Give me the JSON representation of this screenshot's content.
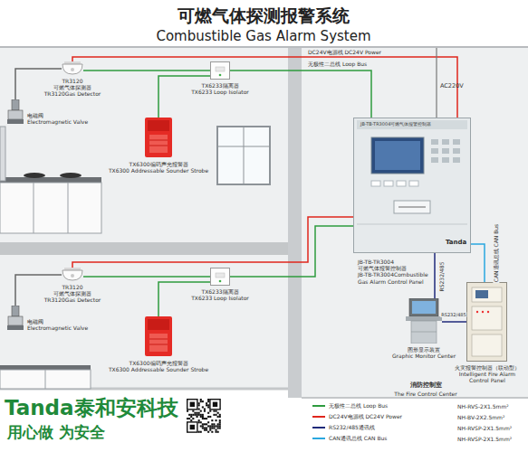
{
  "diagram": {
    "title": "可燃气体探测报警系统",
    "nodes": [
      {
        "text": [
          "TR3120",
          "可燃气体探测器",
          "TR3120Gas Detector"
        ]
      },
      {
        "text": [
          "电磁阀",
          "Electromagnetic Valve"
        ]
      },
      {
        "text": [
          "TX6233隔离器",
          "TX6233 Loop Isolator"
        ]
      },
      {
        "text": [
          "TX6300编码声光报警器",
          "TX6300 Addressable Sounder Strobe"
        ]
      },
      {
        "text": [
          "TR3120",
          "可燃气体探测器",
          "TR3120Gas Detector"
        ]
      },
      {
        "text": [
          "电磁阀",
          "Electromagnetic Valve"
        ]
      },
      {
        "text": [
          "TX6233隔离器",
          "TX6233 Loop Isolator"
        ]
      },
      {
        "text": [
          "TX6300编码声光报警器",
          "TX6300 Addressable Sounder Strobe"
        ]
      },
      {
        "text": [
          "JB-TB-TR3004",
          "可燃气体报警控制器",
          "JB-TB-TR3004Combustible Gas Alarm Control Panel"
        ]
      },
      {
        "text": [
          "图形显示装置",
          "Graphic Monitor Center"
        ]
      },
      {
        "text": [
          "火灾报警控制器（联动型）",
          "Intelligent Fire Alarm Control Panel"
        ]
      }
    ],
    "edges": [
      {
        "from": 0,
        "to": 1,
        "arrow": "none"
      },
      {
        "from": 0,
        "to": 2,
        "arrow": "none"
      },
      {
        "from": 2,
        "to": 8,
        "arrow": "none"
      },
      {
        "from": 2,
        "to": 3,
        "arrow": "none"
      },
      {
        "from": 4,
        "to": 5,
        "arrow": "none"
      },
      {
        "from": 4,
        "to": 6,
        "arrow": "none"
      },
      {
        "from": 6,
        "to": 8,
        "arrow": "none"
      },
      {
        "from": 6,
        "to": 7,
        "arrow": "none"
      },
      {
        "from": 9,
        "to": 8,
        "label": "RS232/485",
        "arrow": "none"
      },
      {
        "from": 10,
        "to": 8,
        "label": "CAN通讯总线 CAN Bus",
        "arrow": "none"
      },
      {
        "from": 9,
        "to": 10,
        "label": "RS232/485",
        "arrow": "none"
      }
    ],
    "labels": [
      "Combustible Gas Alarm System",
      "DC24V电源线 DC24V Power",
      "无极性二总线 Loop Bus",
      "AC220V",
      "JB-TB-TR3004可燃气体报警控制器",
      "Tanda",
      "消防控制室",
      "The Fire Control Center",
      "Tanda泰和安科技",
      "用心做 为安全",
      "NH-RVS-2X1.5mm²",
      "NH-BV-2X2.5mm²",
      "NH-RVSP-2X1.5mm²",
      "NH-RVSP-2X1.5mm²"
    ],
    "legend": [
      {
        "text": "无极性二总线 Loop Bus",
        "color": "#2e9b3e"
      },
      {
        "text": "DC24V电源线 DC24V Power",
        "color": "#e0261d"
      },
      {
        "text": "RS232/485通讯线",
        "color": "#1f2a7a"
      },
      {
        "text": "CAN通讯总线 CAN Bus",
        "color": "#2aa7df"
      }
    ]
  }
}
